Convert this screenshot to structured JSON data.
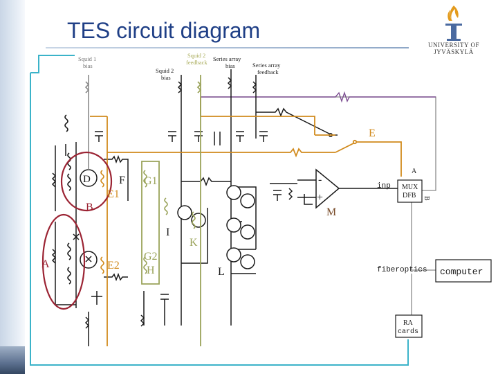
{
  "slide": {
    "title": "TES circuit diagram",
    "logo_text": "UNIVERSITY OF JYVÄSKYLÄ"
  },
  "bias_labels": {
    "squid1_bias": [
      "Squid 1",
      "bias"
    ],
    "squid2_feedback": [
      "Squid 2",
      "feedback"
    ],
    "squid2_bias": [
      "Squid 2",
      "bias"
    ],
    "series_array_bias": [
      "Series array",
      "bias"
    ],
    "series_array_feedback": [
      "Series array",
      "feedback"
    ]
  },
  "node_labels": {
    "A": "A",
    "B": "B",
    "D": "D",
    "E": "E",
    "E1": "E1",
    "E2": "E2",
    "F": "F",
    "G1": "G1",
    "G2": "G2",
    "H": "H",
    "I": "I",
    "K": "K",
    "L": "L",
    "M": "M",
    "A_mux": "A",
    "B_mux": "B"
  },
  "blocks": {
    "mux_dfb": [
      "MUX",
      "DFB"
    ],
    "inp": "inp",
    "fiberoptics": "fiberoptics",
    "computer": "computer",
    "ra_cards": [
      "RA",
      "cards"
    ]
  },
  "amplifier": {
    "minus": "-",
    "plus": "+"
  },
  "colors": {
    "title": "#1f3f86",
    "wire_black": "#1a1a1a",
    "wire_orange": "#d18a1c",
    "wire_green": "#9aa35a",
    "wire_purple": "#7d4e92",
    "wire_cyan": "#3bb3c9",
    "wire_gray": "#8a8a8a",
    "highlight_ellipse": "#9b2333"
  }
}
